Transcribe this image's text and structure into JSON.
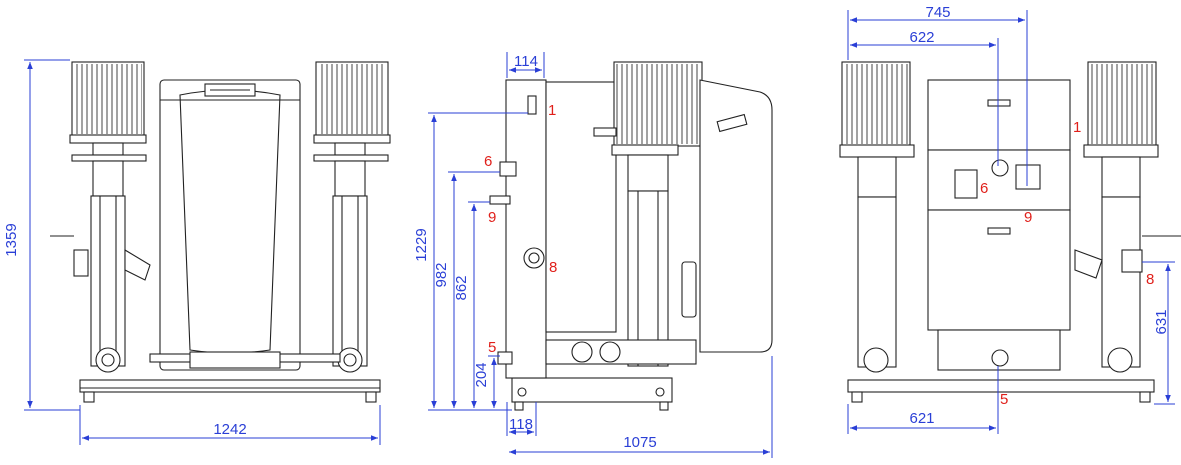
{
  "colors": {
    "dimension": "#2a3fd6",
    "callout": "#e0201b",
    "outline": "#222222"
  },
  "front_view": {
    "height_total": "1359",
    "width_total": "1242"
  },
  "side_view": {
    "dim_top": "114",
    "dim_1229": "1229",
    "dim_982": "982",
    "dim_862": "862",
    "dim_204": "204",
    "dim_118": "118",
    "dim_1075": "1075",
    "callouts": {
      "c1": "1",
      "c5": "5",
      "c6": "6",
      "c8": "8",
      "c9": "9"
    }
  },
  "back_view": {
    "dim_745": "745",
    "dim_622": "622",
    "dim_621": "621",
    "dim_631": "631",
    "callouts": {
      "c1": "1",
      "c5": "5",
      "c6": "6",
      "c8": "8",
      "c9": "9"
    }
  }
}
